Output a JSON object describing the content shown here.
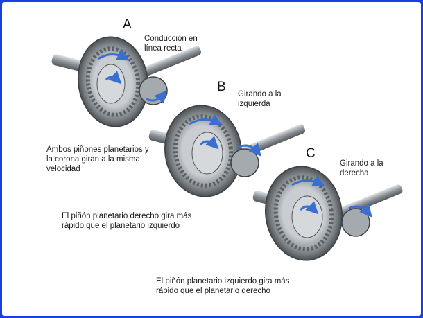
{
  "diagram": {
    "a": {
      "letter": "A",
      "title": "Conducción en\nlínea recta",
      "caption": "Ambos piñones planetarios y\nla corona giran a la misma\nvelocidad"
    },
    "b": {
      "letter": "B",
      "title": "Girando a la\nizquierda",
      "caption": "El piñón planetario derecho gira más\nrápido que el planetario izquierdo"
    },
    "c": {
      "letter": "C",
      "title": "Girando a la\nderecha",
      "caption": "El piñón planetario izquierdo gira más\nrápido que el planetario derecho"
    }
  },
  "colors": {
    "border": "#1a3fe0",
    "metal": "#9aa0a6",
    "arrow": "#3a6fd0"
  }
}
